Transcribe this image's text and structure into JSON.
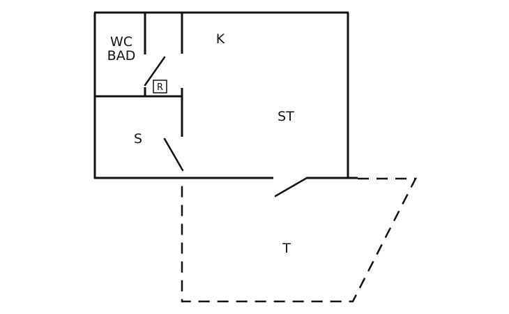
{
  "rooms": {
    "wc": "WC",
    "bad": "BAD",
    "kitchen": "K",
    "living": "ST",
    "bedroom": "S",
    "terrace": "T"
  },
  "symbols": {
    "radiator_box": "R"
  }
}
